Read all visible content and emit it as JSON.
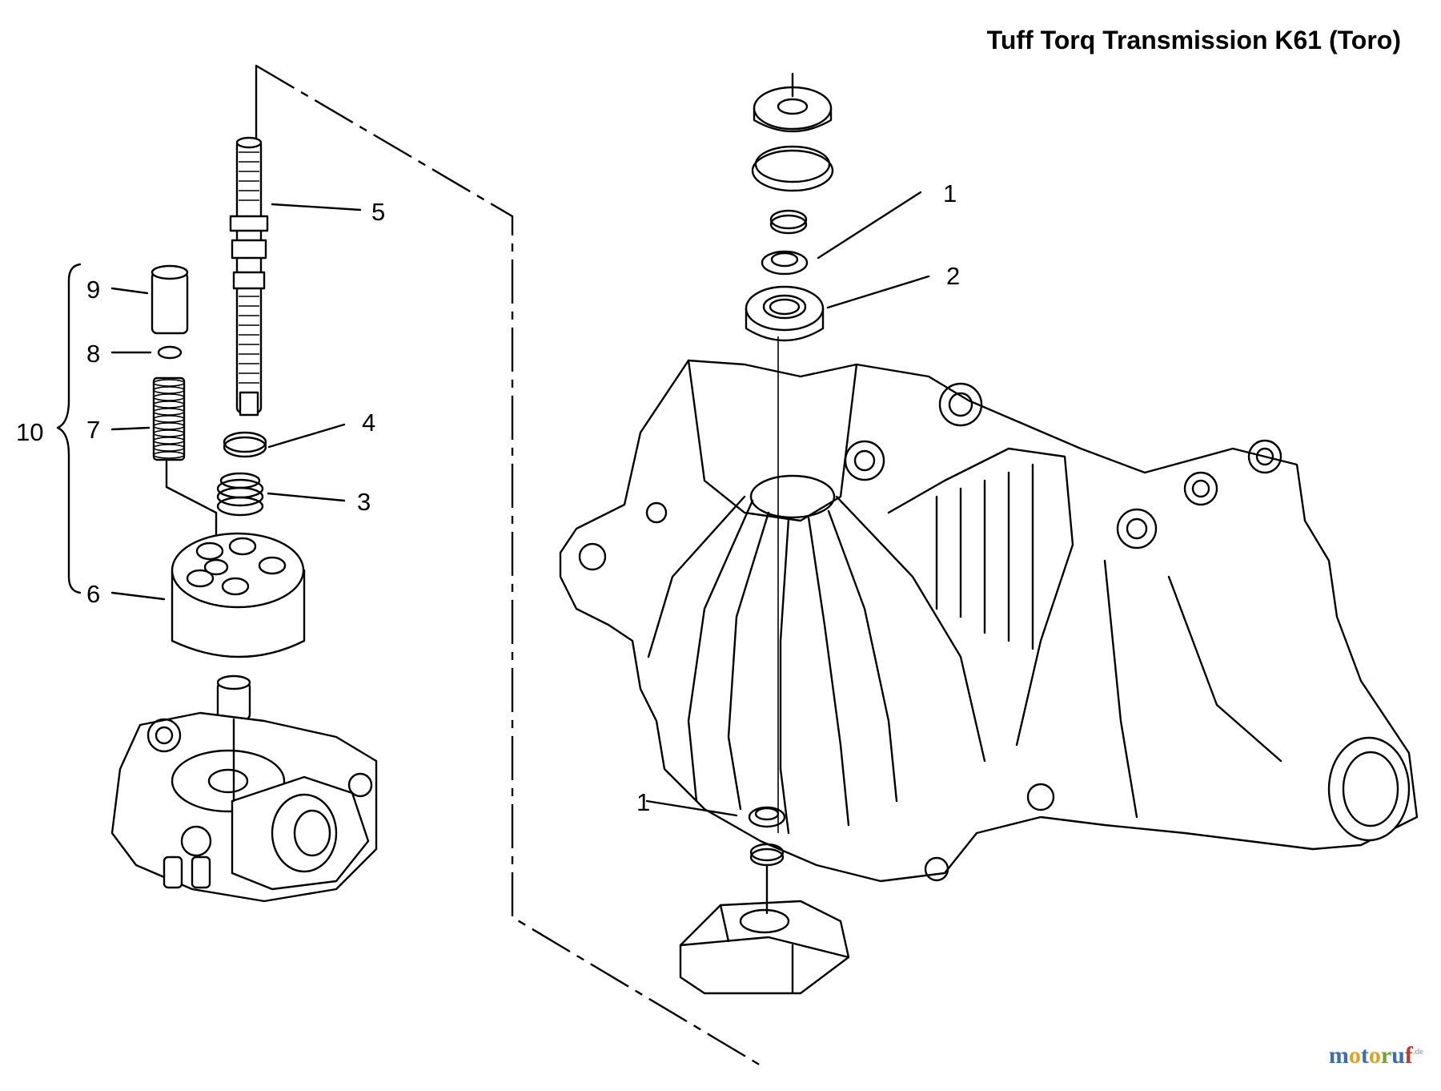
{
  "title": "Tuff Torq Transmission K61 (Toro)",
  "callouts": [
    "1",
    "2",
    "1",
    "3",
    "4",
    "5",
    "6",
    "7",
    "8",
    "9",
    "10"
  ],
  "watermark": {
    "letters": [
      "m",
      "o",
      "t",
      "o",
      "r",
      "u",
      "f"
    ],
    "letter_colors": [
      "#3b6db5",
      "#e2a21b",
      "#3b6db5",
      "#e2a21b",
      "#6aa33c",
      "#3b6db5",
      "#c0392b"
    ],
    "suffix": ".de"
  }
}
